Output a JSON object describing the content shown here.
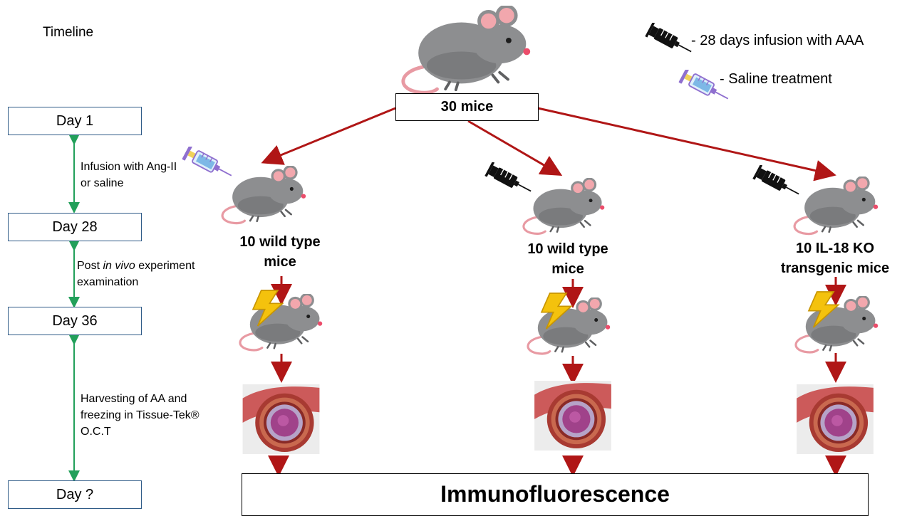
{
  "timeline": {
    "title": "Timeline",
    "steps": [
      "Day 1",
      "Day 28",
      "Day 36",
      "Day ?"
    ],
    "intervals": [
      {
        "lines": [
          "Infusion with Ang-II",
          "or saline"
        ]
      },
      {
        "line1_prefix": "Post ",
        "line1_italic": "in vivo",
        "line1_suffix": " experiment",
        "line2": "examination"
      },
      {
        "lines": [
          "Harvesting of AA and",
          "freezing in Tissue-Tek®",
          "O.C.T"
        ]
      }
    ],
    "arrow_color": "#22a05a"
  },
  "legend": {
    "aaa": "- 28 days infusion with AAA",
    "saline": "- Saline treatment"
  },
  "root": {
    "label": "30 mice"
  },
  "groups": [
    {
      "line1": "10 wild type",
      "line2": "mice",
      "treatment": "saline"
    },
    {
      "line1": "10 wild type",
      "line2": "mice",
      "treatment": "aaa"
    },
    {
      "line1": "10 IL-18 KO",
      "line2": "transgenic mice",
      "treatment": "aaa"
    }
  ],
  "final": {
    "label": "Immunofluorescence"
  },
  "icons": [
    "mouse-icon",
    "black-syringe-icon",
    "saline-syringe-icon",
    "lightning-icon",
    "artery-cross-section-icon"
  ],
  "colors": {
    "flow_arrow": "#b01616",
    "mouse_body": "#8d8e90",
    "mouse_ear": "#f2a7ad",
    "box_border": "#2e5a87",
    "bolt": "#f4c20d"
  }
}
